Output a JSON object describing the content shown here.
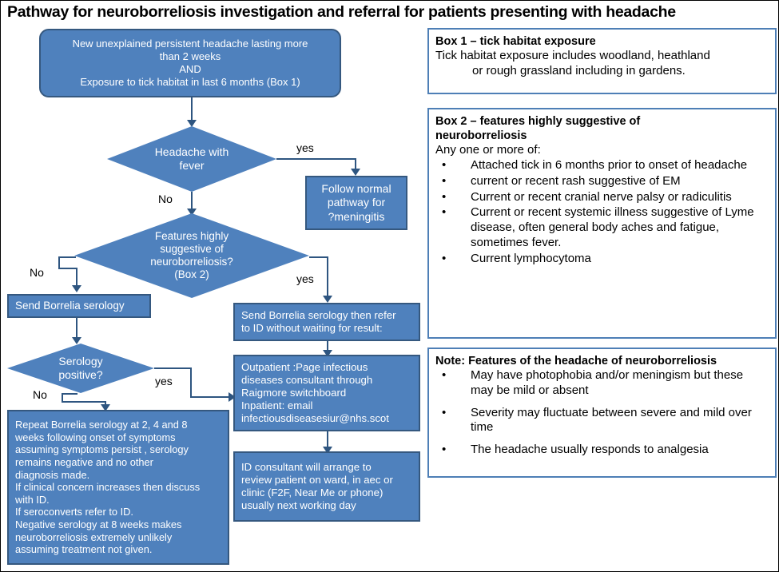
{
  "title": "Pathway for neuroborreliosis investigation and referral for patients presenting with headache",
  "colors": {
    "node_fill": "#4F81BD",
    "node_border": "#35587F",
    "connector": "#2E5580",
    "panel_border": "#4E7FB6",
    "node_text": "#FFFFFF",
    "label_text": "#000000"
  },
  "flow": {
    "start": {
      "line1": "New unexplained persistent headache  lasting more",
      "line2": "than 2 weeks",
      "line3": "AND",
      "line4": "Exposure to tick habitat in last 6 months (Box 1)"
    },
    "decision_fever": {
      "line1": "Headache with",
      "line2": "fever"
    },
    "meningitis_box": {
      "line1": "Follow normal",
      "line2": "pathway for",
      "line3": "?meningitis"
    },
    "decision_features": {
      "line1": "Features highly",
      "line2": "suggestive of",
      "line3": "neuroborreliosis?",
      "line4": "(Box 2)"
    },
    "send_serology": "Send Borrelia serology",
    "decision_serology": {
      "line1": "Serology",
      "line2": "positive?"
    },
    "repeat_box": {
      "line1": "Repeat  Borrelia serology at 2, 4 and 8",
      "line2": "weeks following onset of symptoms",
      "line3": "assuming symptoms persist , serology",
      "line4": "remains negative and no other",
      "line5": "diagnosis made.",
      "line6": "If clinical concern increases then discuss",
      "line7": "with ID.",
      "line8": "If seroconverts refer to ID.",
      "line9": "Negative serology at 8 weeks makes",
      "line10": "neuroborreliosis extremely unlikely",
      "line11": "assuming treatment not given."
    },
    "refer_box": {
      "line1": "Send Borrelia serology then refer",
      "line2": "to ID without waiting for result:"
    },
    "contact_box": {
      "line1": "Outpatient :Page infectious",
      "line2": "diseases consultant through",
      "line3": "Raigmore switchboard",
      "line4": "Inpatient: email",
      "line5": "infectiousdiseasesiur@nhs.scot"
    },
    "review_box": {
      "line1": "ID consultant will arrange to",
      "line2": "review patient on ward, in aec or",
      "line3": "clinic  (F2F, Near Me or phone)",
      "line4": "usually next working day"
    },
    "edges": {
      "fever_yes": "yes",
      "fever_no": "No",
      "features_no": "No",
      "features_yes": "yes",
      "serology_yes": "yes",
      "serology_no": "No"
    }
  },
  "panels": {
    "box1": {
      "heading": "Box 1 – tick habitat exposure",
      "line1": "Tick habitat exposure includes woodland, heathland",
      "line2": "or rough grassland including in gardens."
    },
    "box2": {
      "heading_line1": "Box 2 – features highly suggestive of",
      "heading_line2": "neuroborreliosis",
      "intro": "Any one or more of:",
      "bullet_char": "•",
      "items": [
        "Attached tick in 6 months prior to onset of headache",
        "current or recent rash suggestive of EM",
        "Current or recent cranial nerve palsy or radiculitis",
        "Current or recent systemic illness suggestive of Lyme disease, often general body aches and fatigue, sometimes fever.",
        "Current lymphocytoma"
      ]
    },
    "note": {
      "heading": "Note: Features of the headache of neuroborreliosis",
      "bullet_char": "•",
      "items": [
        "May have photophobia and/or meningism but these may be mild or absent",
        "Severity may fluctuate between severe and mild over time",
        "The headache usually responds to analgesia"
      ]
    }
  }
}
